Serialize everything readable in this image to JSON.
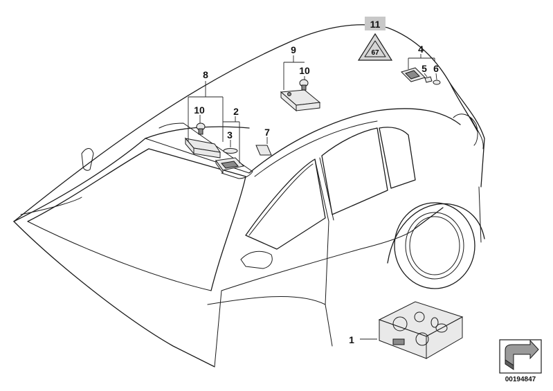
{
  "diagram": {
    "callouts": {
      "c1": "1",
      "c2": "2",
      "c3": "3",
      "c4": "4",
      "c5": "5",
      "c6": "6",
      "c7": "7",
      "c8": "8",
      "c9": "9",
      "c10a": "10",
      "c10b": "10",
      "c11": "11"
    },
    "document_number": "00194847",
    "colors": {
      "line": "#1a1a1a",
      "part_fill": "#e9e9e9",
      "label_box": "#c8c8c8"
    }
  }
}
